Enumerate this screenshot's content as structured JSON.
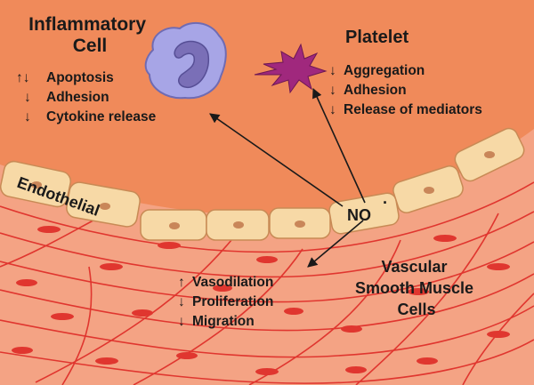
{
  "colors": {
    "lumen": "#f08a5a",
    "endothelial_cell": "#f7d9a6",
    "endothelial_nucleus": "#c98659",
    "smooth_muscle": "#f4a384",
    "smooth_muscle_line": "#e0362f",
    "smooth_muscle_nucleus": "#e0362f",
    "inflammatory_cell": "#a7a5e6",
    "inflammatory_nucleus": "#7a6fb7",
    "platelet": "#a0287d"
  },
  "labels": {
    "inflammatory_cell": [
      "Inflammatory",
      "Cell"
    ],
    "platelet": "Platelet",
    "endothelial": "Endothelial",
    "no": "NO",
    "no_radical": "·",
    "vascular": [
      "Vascular",
      "Smooth Muscle",
      "Cells"
    ]
  },
  "effects": {
    "inflammatory": [
      {
        "arrows": "↑↓",
        "text": "Apoptosis"
      },
      {
        "arrows": "↓",
        "text": "Adhesion"
      },
      {
        "arrows": "↓",
        "text": "Cytokine release"
      }
    ],
    "platelet": [
      {
        "arrows": "↓",
        "text": "Aggregation"
      },
      {
        "arrows": "↓",
        "text": "Adhesion"
      },
      {
        "arrows": "↓",
        "text": "Release of mediators"
      }
    ],
    "smooth_muscle": [
      {
        "arrows": "↑",
        "text": "Vasodilation"
      },
      {
        "arrows": "↓",
        "text": "Proliferation"
      },
      {
        "arrows": "↓",
        "text": "Migration"
      }
    ]
  },
  "icons": {
    "inflammatory_cell": "inflammatory-cell-icon",
    "platelet": "platelet-icon",
    "nitric_oxide_arrows": "arrow-icon"
  }
}
